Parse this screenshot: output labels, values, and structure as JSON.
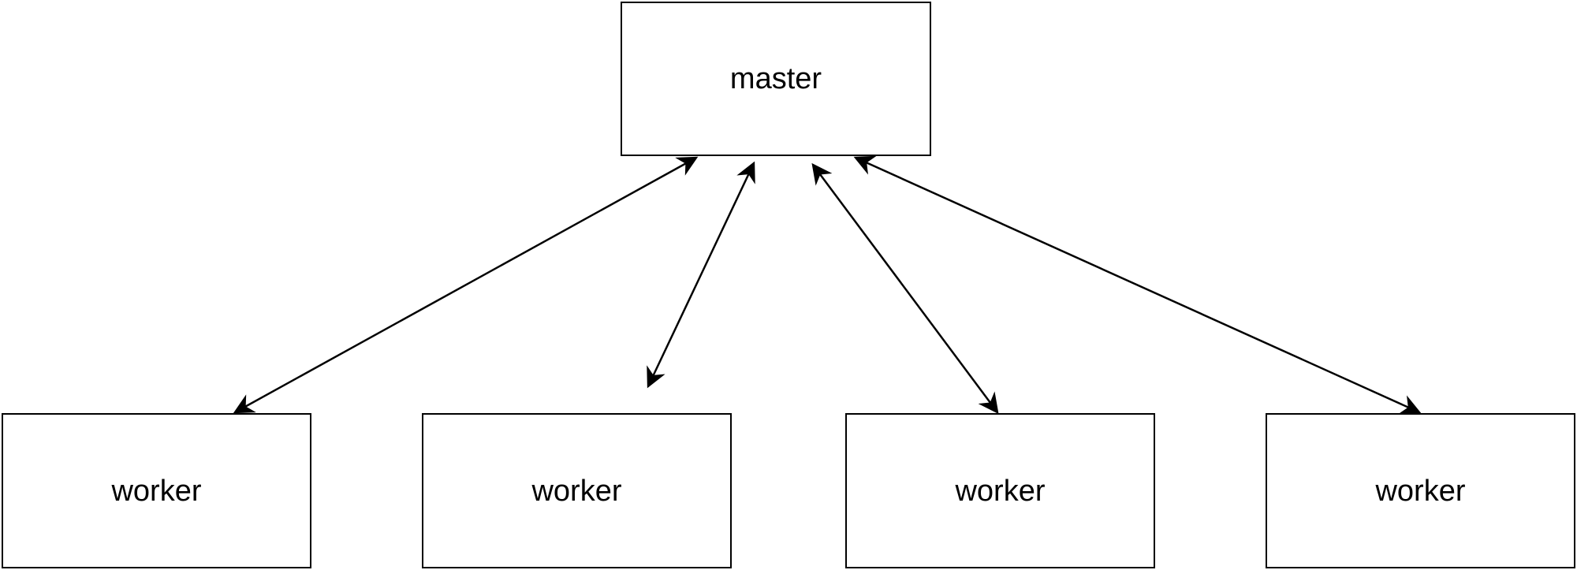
{
  "diagram": {
    "master": {
      "label": "master"
    },
    "workers": [
      {
        "label": "worker"
      },
      {
        "label": "worker"
      },
      {
        "label": "worker"
      },
      {
        "label": "worker"
      }
    ],
    "connections": [
      {
        "from": "master",
        "to": "worker-1",
        "type": "bidirectional"
      },
      {
        "from": "master",
        "to": "worker-2",
        "type": "bidirectional"
      },
      {
        "from": "master",
        "to": "worker-3",
        "type": "bidirectional"
      },
      {
        "from": "master",
        "to": "worker-4",
        "type": "bidirectional"
      }
    ],
    "colors": {
      "stroke": "#000000",
      "fill": "#ffffff",
      "text": "#000000"
    }
  }
}
